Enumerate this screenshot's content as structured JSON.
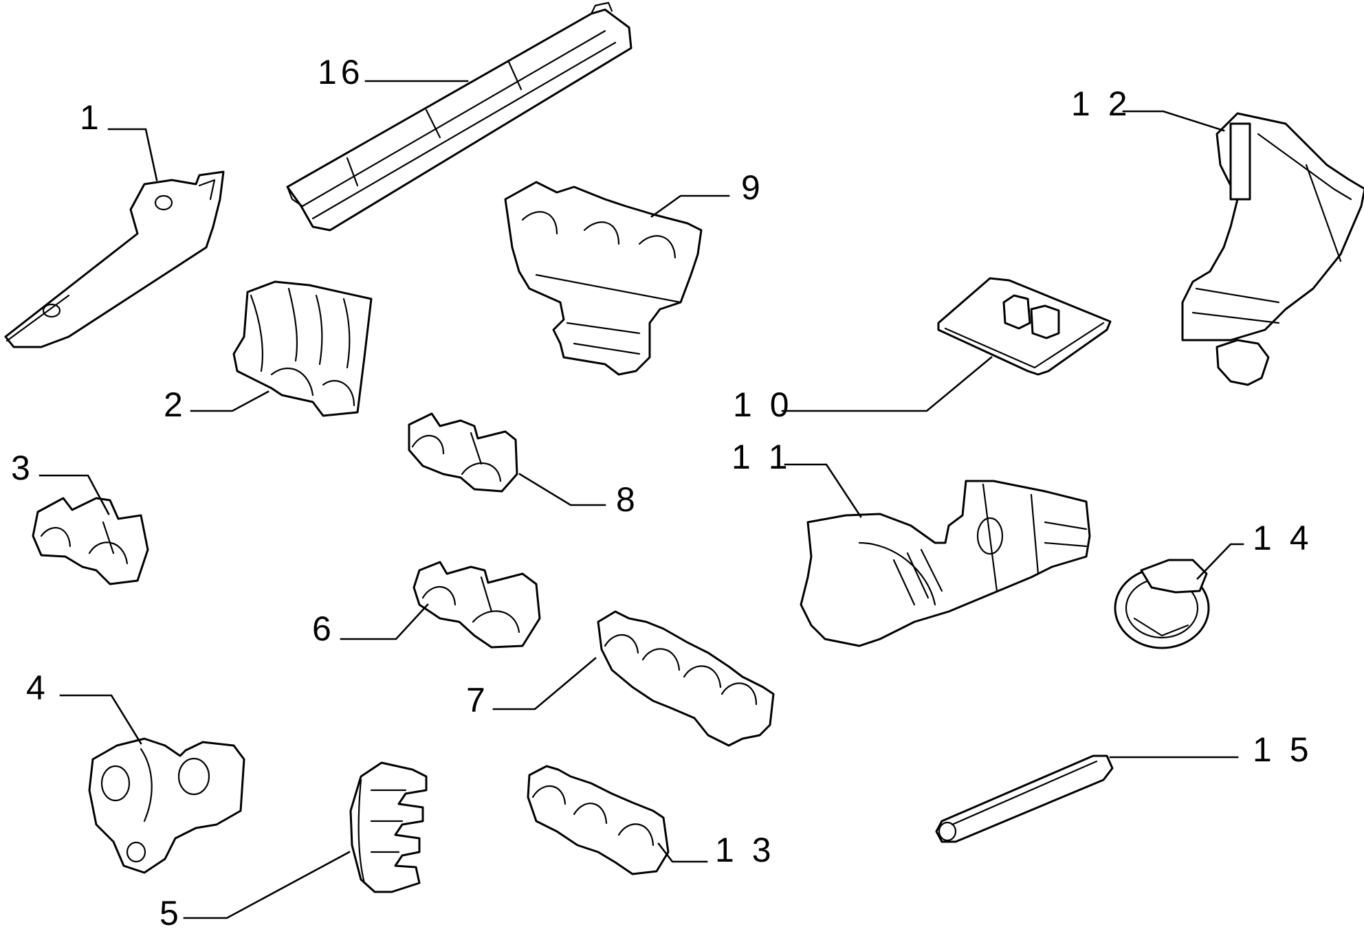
{
  "diagram": {
    "line_color": "#000000",
    "background": "#ffffff",
    "parts": [
      {
        "id": "p1",
        "label": "1",
        "icon": "mounting-bracket-icon"
      },
      {
        "id": "p2",
        "label": "2",
        "icon": "double-pipe-clip-icon"
      },
      {
        "id": "p3",
        "label": "3",
        "icon": "twin-pipe-clip-icon"
      },
      {
        "id": "p4",
        "label": "4",
        "icon": "double-grommet-clip-icon"
      },
      {
        "id": "p5",
        "label": "5",
        "icon": "triple-comb-clip-icon"
      },
      {
        "id": "p6",
        "label": "6",
        "icon": "twin-pipe-clip-icon"
      },
      {
        "id": "p7",
        "label": "7",
        "icon": "quad-pipe-clip-icon"
      },
      {
        "id": "p8",
        "label": "8",
        "icon": "twin-pipe-clip-icon"
      },
      {
        "id": "p9",
        "label": "9",
        "icon": "multi-pipe-holder-icon"
      },
      {
        "id": "p10",
        "label": "1 0",
        "icon": "tray-clip-icon"
      },
      {
        "id": "p11",
        "label": "1 1",
        "icon": "bracket-support-icon"
      },
      {
        "id": "p12",
        "label": "1 2",
        "icon": "strap-bracket-icon"
      },
      {
        "id": "p13",
        "label": "1 3",
        "icon": "triple-pipe-clip-icon"
      },
      {
        "id": "p14",
        "label": "1 4",
        "icon": "hose-clamp-icon"
      },
      {
        "id": "p15",
        "label": "1 5",
        "icon": "edge-trim-strip-icon"
      },
      {
        "id": "p16",
        "label": "16",
        "icon": "channel-rail-icon"
      }
    ]
  }
}
